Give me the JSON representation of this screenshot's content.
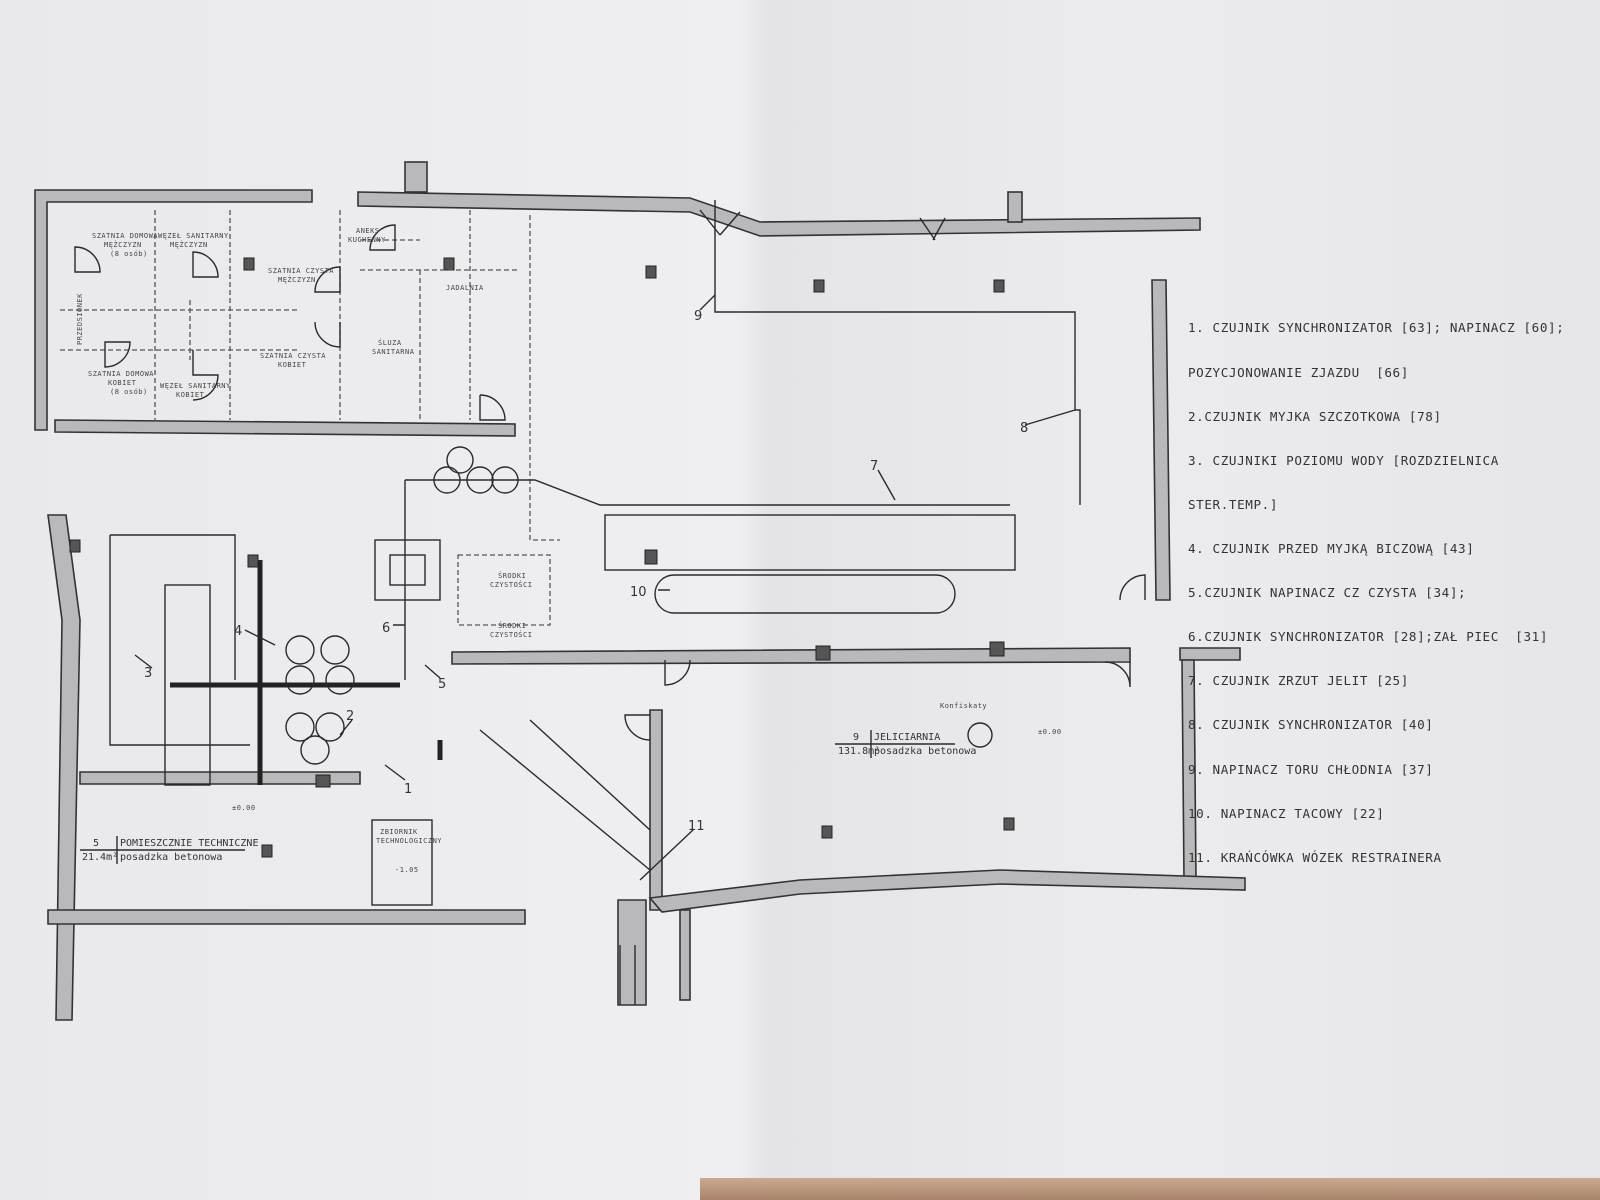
{
  "rooms": {
    "szatnia_domowa_m": [
      "SZATNIA DOMOWA",
      "MĘŻCZYZN",
      "(8 osób)"
    ],
    "wezel_m": [
      "WĘZEŁ SANITARNY",
      "MĘŻCZYZN"
    ],
    "szatnia_czysta_m": [
      "SZATNIA CZYSTA",
      "MĘŻCZYZN"
    ],
    "aneks": [
      "ANEKS",
      "KUCHENNY"
    ],
    "jadalnia": "JADALNIA",
    "sluza": [
      "ŚLUZA",
      "SANITARNA"
    ],
    "szatnia_czysta_k": [
      "SZATNIA CZYSTA",
      "KOBIET"
    ],
    "szatnia_domowa_k": [
      "SZATNIA DOMOWA",
      "KOBIET",
      "(8 osób)"
    ],
    "wezel_k": [
      "WĘZEŁ SANITARNY",
      "KOBIET"
    ],
    "przedsionek": "PRZEDSIONEK",
    "srodki1": [
      "ŚRODKI",
      "CZYSTOŚCI"
    ],
    "srodki2": [
      "ŚRODKI",
      "CZYSTOŚCI"
    ],
    "techniczne": {
      "num": "5",
      "name": "POMIESZCZNIE TECHNICZNE",
      "area": "21.4m²",
      "floor": "posadzka betonowa"
    },
    "jeliciarnia": {
      "num": "9",
      "name": "JELICIARNIA",
      "area": "131.8m²",
      "floor": "posadzka betonowa"
    },
    "zbiornik": [
      "ZBIORNIK",
      "TECHNOLOGICZNY"
    ],
    "konfiskaty": "Konfiskaty",
    "level_0": "±0.00",
    "level_m": "-1.05"
  },
  "markers": [
    "1",
    "2",
    "3",
    "4",
    "5",
    "6",
    "7",
    "8",
    "9",
    "10",
    "11"
  ],
  "legend": [
    "1. CZUJNIK SYNCHRONIZATOR [63]; NAPINACZ [60];",
    "POZYCJONOWANIE ZJAZDU  [66]",
    "2.CZUJNIK MYJKA SZCZOTKOWA [78]",
    "3. CZUJNIKI POZIOMU WODY [ROZDZIELNICA",
    "STER.TEMP.]",
    "4. CZUJNIK PRZED MYJKĄ BICZOWĄ [43]",
    "5.CZUJNIK NAPINACZ CZ CZYSTA [34];",
    "6.CZUJNIK SYNCHRONIZATOR [28];ZAŁ PIEC  [31]",
    "7. CZUJNIK ZRZUT JELIT [25]",
    "8. CZUJNIK SYNCHRONIZATOR [40]",
    "9. NAPINACZ TORU CHŁODNIA [37]",
    "10. NAPINACZ TACOWY [22]",
    "11. KRAŃCÓWKA WÓZEK RESTRAINERA"
  ]
}
